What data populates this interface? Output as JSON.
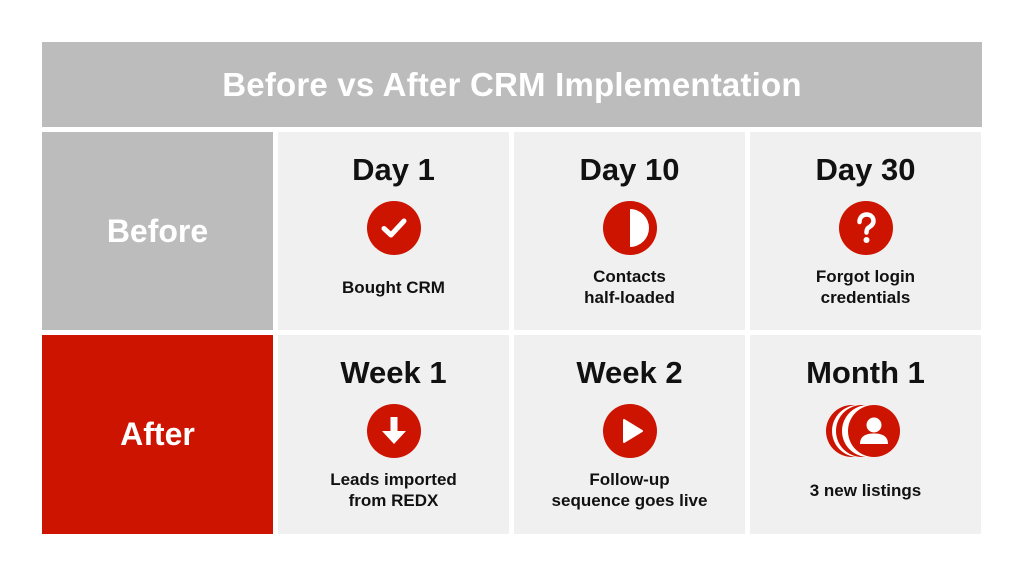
{
  "title": "Before vs After CRM Implementation",
  "rows": {
    "before": {
      "label": "Before",
      "cells": [
        {
          "title": "Day 1",
          "icon": "check-circle-icon",
          "desc": "Bought CRM"
        },
        {
          "title": "Day 10",
          "icon": "half-circle-icon",
          "desc": "Contacts\nhalf-loaded"
        },
        {
          "title": "Day 30",
          "icon": "question-circle-icon",
          "desc": "Forgot login\ncredentials"
        }
      ]
    },
    "after": {
      "label": "After",
      "cells": [
        {
          "title": "Week 1",
          "icon": "download-arrow-icon",
          "desc": "Leads imported\nfrom REDX"
        },
        {
          "title": "Week 2",
          "icon": "play-circle-icon",
          "desc": "Follow-up\nsequence goes live"
        },
        {
          "title": "Month 1",
          "icon": "users-stack-icon",
          "desc": "3 new listings"
        }
      ]
    }
  },
  "colors": {
    "accent_red": "#cc1400",
    "header_gray": "#bcbcbc",
    "cell_bg": "#f0f0f0",
    "text_dark": "#111111"
  }
}
